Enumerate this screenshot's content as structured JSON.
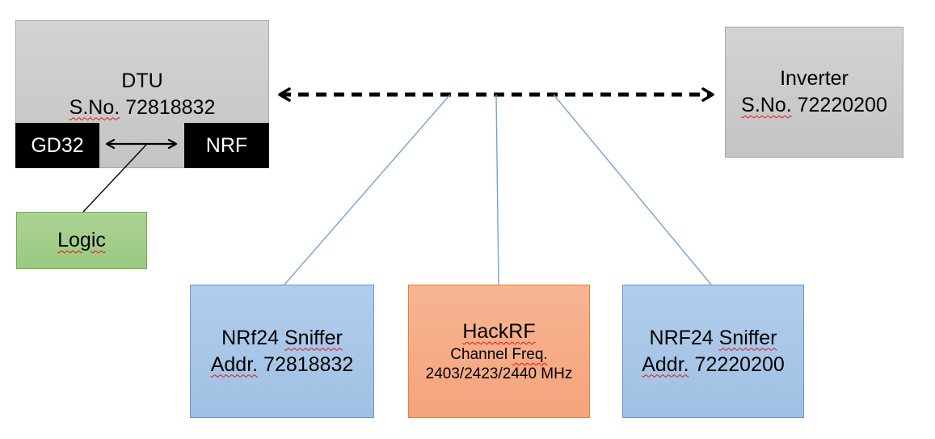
{
  "diagram": {
    "dtu": {
      "title": "DTU",
      "serial_label": "S.No.",
      "serial_value": "72818832",
      "gd32_chip": "GD32",
      "nrf_chip": "NRF"
    },
    "inverter": {
      "title": "Inverter",
      "serial_label": "S.No.",
      "serial_value": "72220200"
    },
    "logic": {
      "label": "Logic"
    },
    "sniffer_left": {
      "name_prefix": "NRf24",
      "name_word": "Sniffer",
      "addr_label": "Addr.",
      "addr_value": "72818832"
    },
    "hackrf": {
      "title": "HackRF",
      "channel_word": "Channel",
      "freq_word": "Freq.",
      "frequencies": "2403/2423/2440 MHz"
    },
    "sniffer_right": {
      "name_prefix": "NRF24",
      "name_word": "Sniffer",
      "addr_label": "Addr.",
      "addr_value": "72220200"
    }
  },
  "colors": {
    "gray_fill": "#c9c9c9",
    "gray_border": "#a6a6a6",
    "chip_fill": "#000000",
    "chip_text": "#ffffff",
    "green_fill": "#a5ce8d",
    "green_border": "#70ad47",
    "blue_fill": "#a9c6e8",
    "blue_border": "#5b9bd5",
    "orange_fill": "#f6ad8b",
    "orange_border": "#ed7d31",
    "connector_blue": "#74a2d8",
    "arrow_black": "#000000",
    "squiggle_red": "#e81212"
  }
}
